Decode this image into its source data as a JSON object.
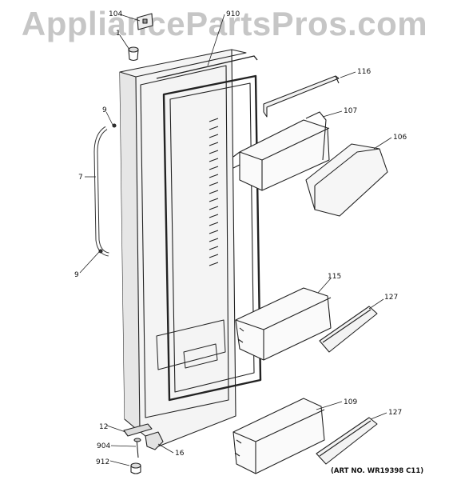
{
  "watermark": "AppliancePartsPros.com",
  "art_number": "(ART NO. WR19398 C11)",
  "callouts": {
    "c104": "104",
    "c910": "910",
    "c1": "1",
    "c9a": "9",
    "c7": "7",
    "c9b": "9",
    "c116": "116",
    "c107": "107",
    "c106": "106",
    "c115": "115",
    "c127a": "127",
    "c12": "12",
    "c904": "904",
    "c16": "16",
    "c912": "912",
    "c109": "109",
    "c127b": "127"
  }
}
